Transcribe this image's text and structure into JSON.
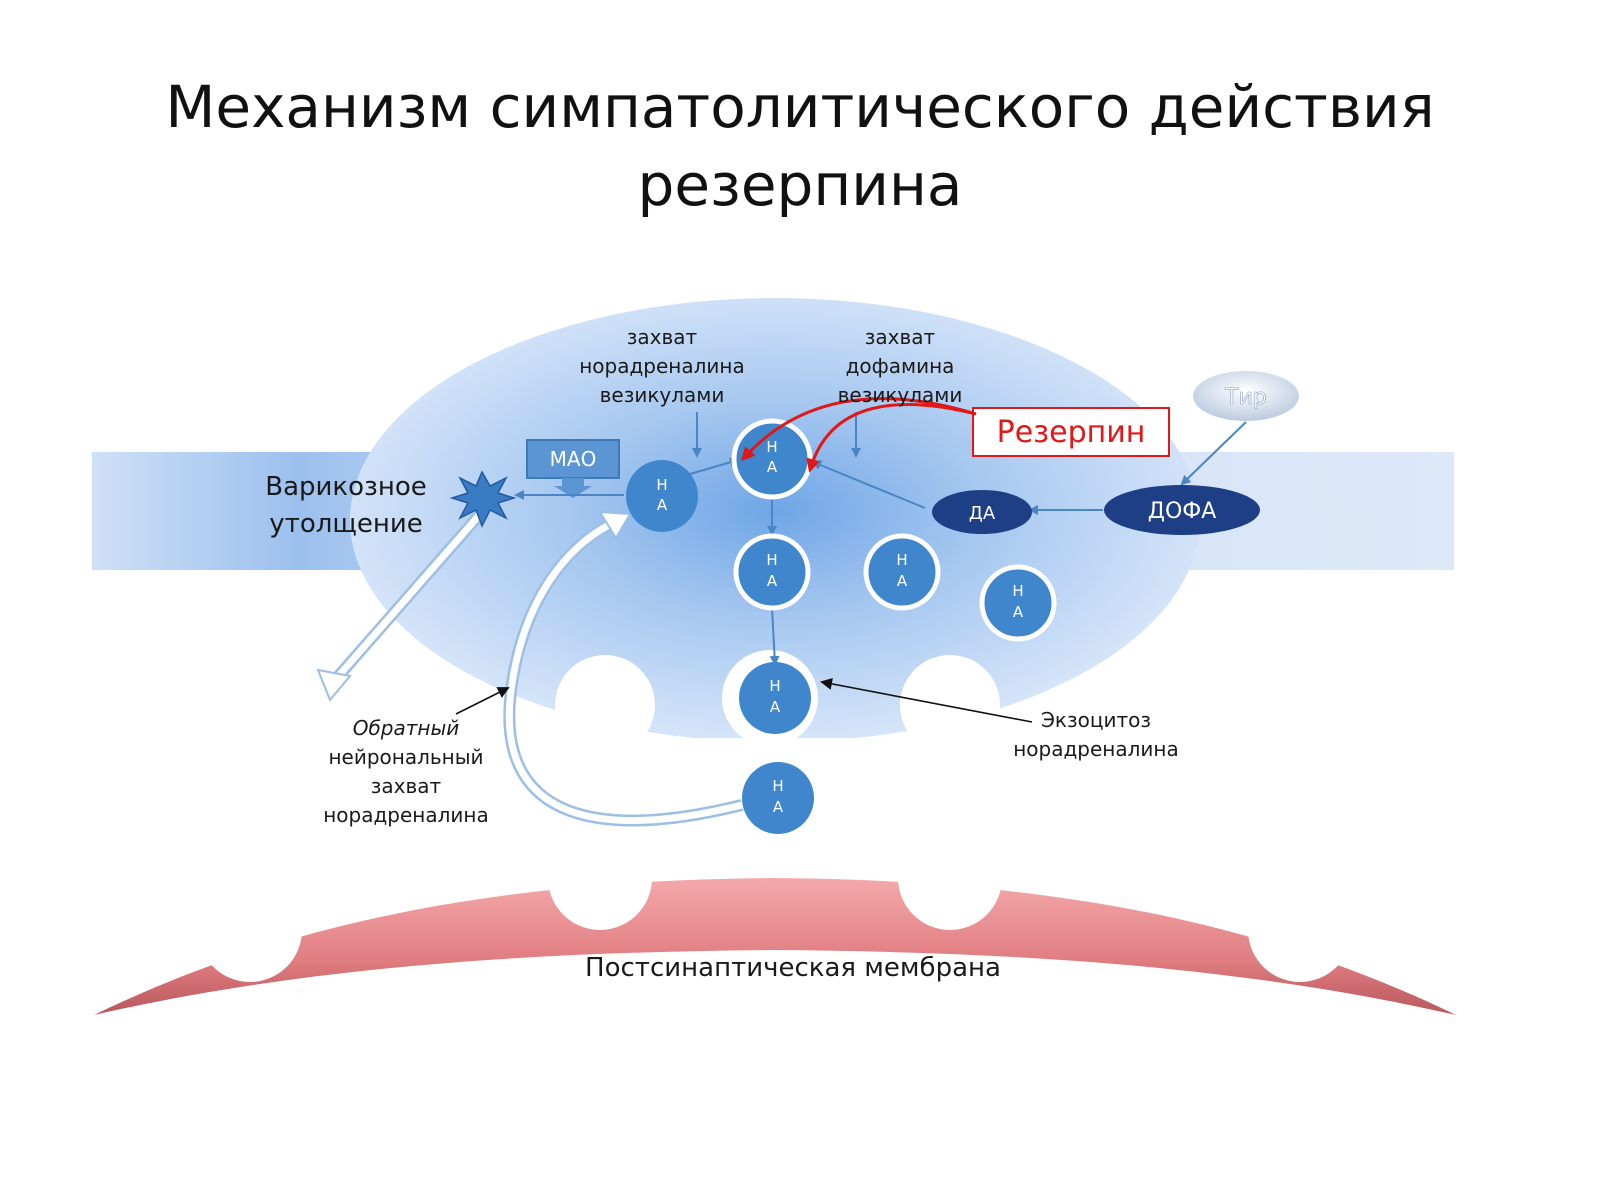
{
  "title": {
    "line1": "Механизм симпатолитического действия",
    "line2": "резерпина"
  },
  "labels": {
    "mao": "МАО",
    "varicose_1": "Варикозное",
    "varicose_2": "утолщение",
    "uptake_na_1": "захват",
    "uptake_na_2": "норадреналина",
    "uptake_na_3": "везикулами",
    "uptake_da_1": "захват",
    "uptake_da_2": "дофамина",
    "uptake_da_3": "везикулами",
    "reserpine": "Резерпин",
    "tyr": "Тир",
    "dopa": "ДОФА",
    "da": "ДА",
    "reuptake_1": "Обратный",
    "reuptake_2": "нейрональный",
    "reuptake_3": "захват",
    "reuptake_4": "норадреналина",
    "exocytosis_1": "Экзоцитоз",
    "exocytosis_2": "норадреналина",
    "postsynaptic": "Постсинаптическая мембрана"
  },
  "vesicle_label": {
    "top": "Н",
    "bottom": "А"
  },
  "colors": {
    "reserpine": "#e01818",
    "vesicle": "#3f86cc",
    "dopa": "#1e3f86",
    "membrane": "#d96c70"
  }
}
